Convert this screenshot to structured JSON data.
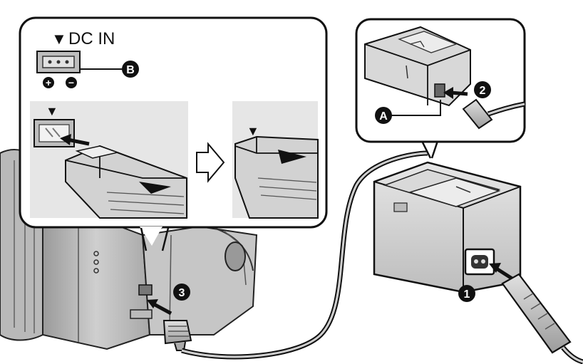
{
  "dc_in": {
    "marker": "▼",
    "label": "DC IN"
  },
  "polarity": {
    "plus": "+",
    "minus": "−"
  },
  "callouts": {
    "a": "A",
    "b": "B",
    "step1": "1",
    "step2": "2",
    "step3": "3"
  },
  "alignment_marks": {
    "left": "▼",
    "right": "▼"
  }
}
